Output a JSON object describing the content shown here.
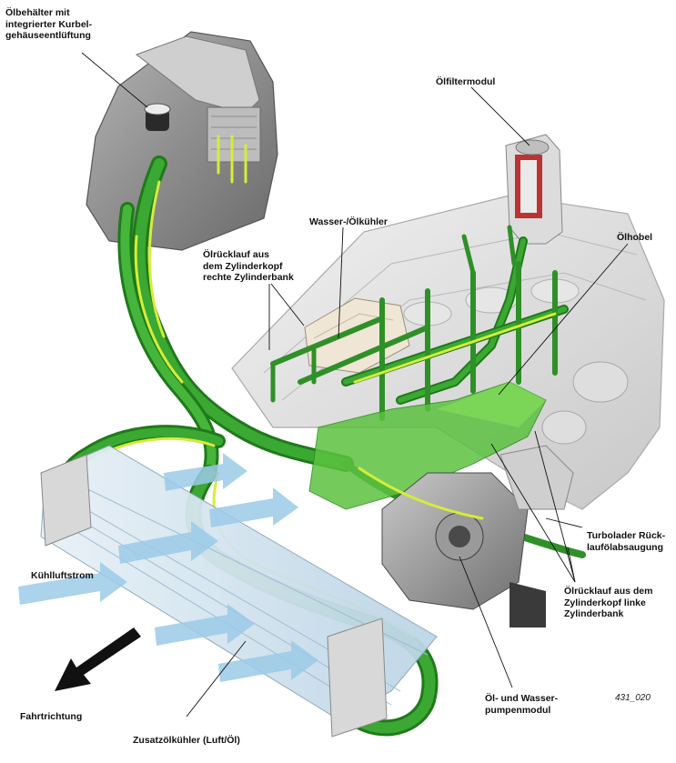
{
  "labels": {
    "oelbehaelter": [
      "Ölbehälter mit",
      "integrierter Kurbel-",
      "gehäuseentlüftung"
    ],
    "oelfiltermodul": [
      "Ölfiltermodul"
    ],
    "wasser_oelkuehler": [
      "Wasser-/Ölkühler"
    ],
    "oelhobel": [
      "Ölhobel"
    ],
    "oelruecklauf_rechts": [
      "Ölrücklauf aus",
      "dem Zylinderkopf",
      "rechte Zylinderbank"
    ],
    "turbolader": [
      "Turbolader Rück-",
      "laufölabsaugung"
    ],
    "kuehlluftstrom": [
      "Kühlluftstrom"
    ],
    "oelruecklauf_links": [
      "Ölrücklauf aus dem",
      "Zylinderkopf linke",
      "Zylinderbank"
    ],
    "oel_wasserpumpe": [
      "Öl- und Wasser-",
      "pumpenmodul"
    ],
    "fahrtrichtung": [
      "Fahrtrichtung"
    ],
    "zusatzoelkuehler": [
      "Zusatzölkühler (Luft/Öl)"
    ]
  },
  "figure_id": "431_020",
  "colors": {
    "oil_green": "#3aa832",
    "oil_dark": "#1f7a1a",
    "oil_light": "#c8e63c",
    "engine_grey": "#d9d9d9",
    "tank_grey": "#8c8c8c",
    "air_blue": "#9ccbe8",
    "cooler_blue": "#cfe3f1",
    "arrow_black": "#111111"
  }
}
